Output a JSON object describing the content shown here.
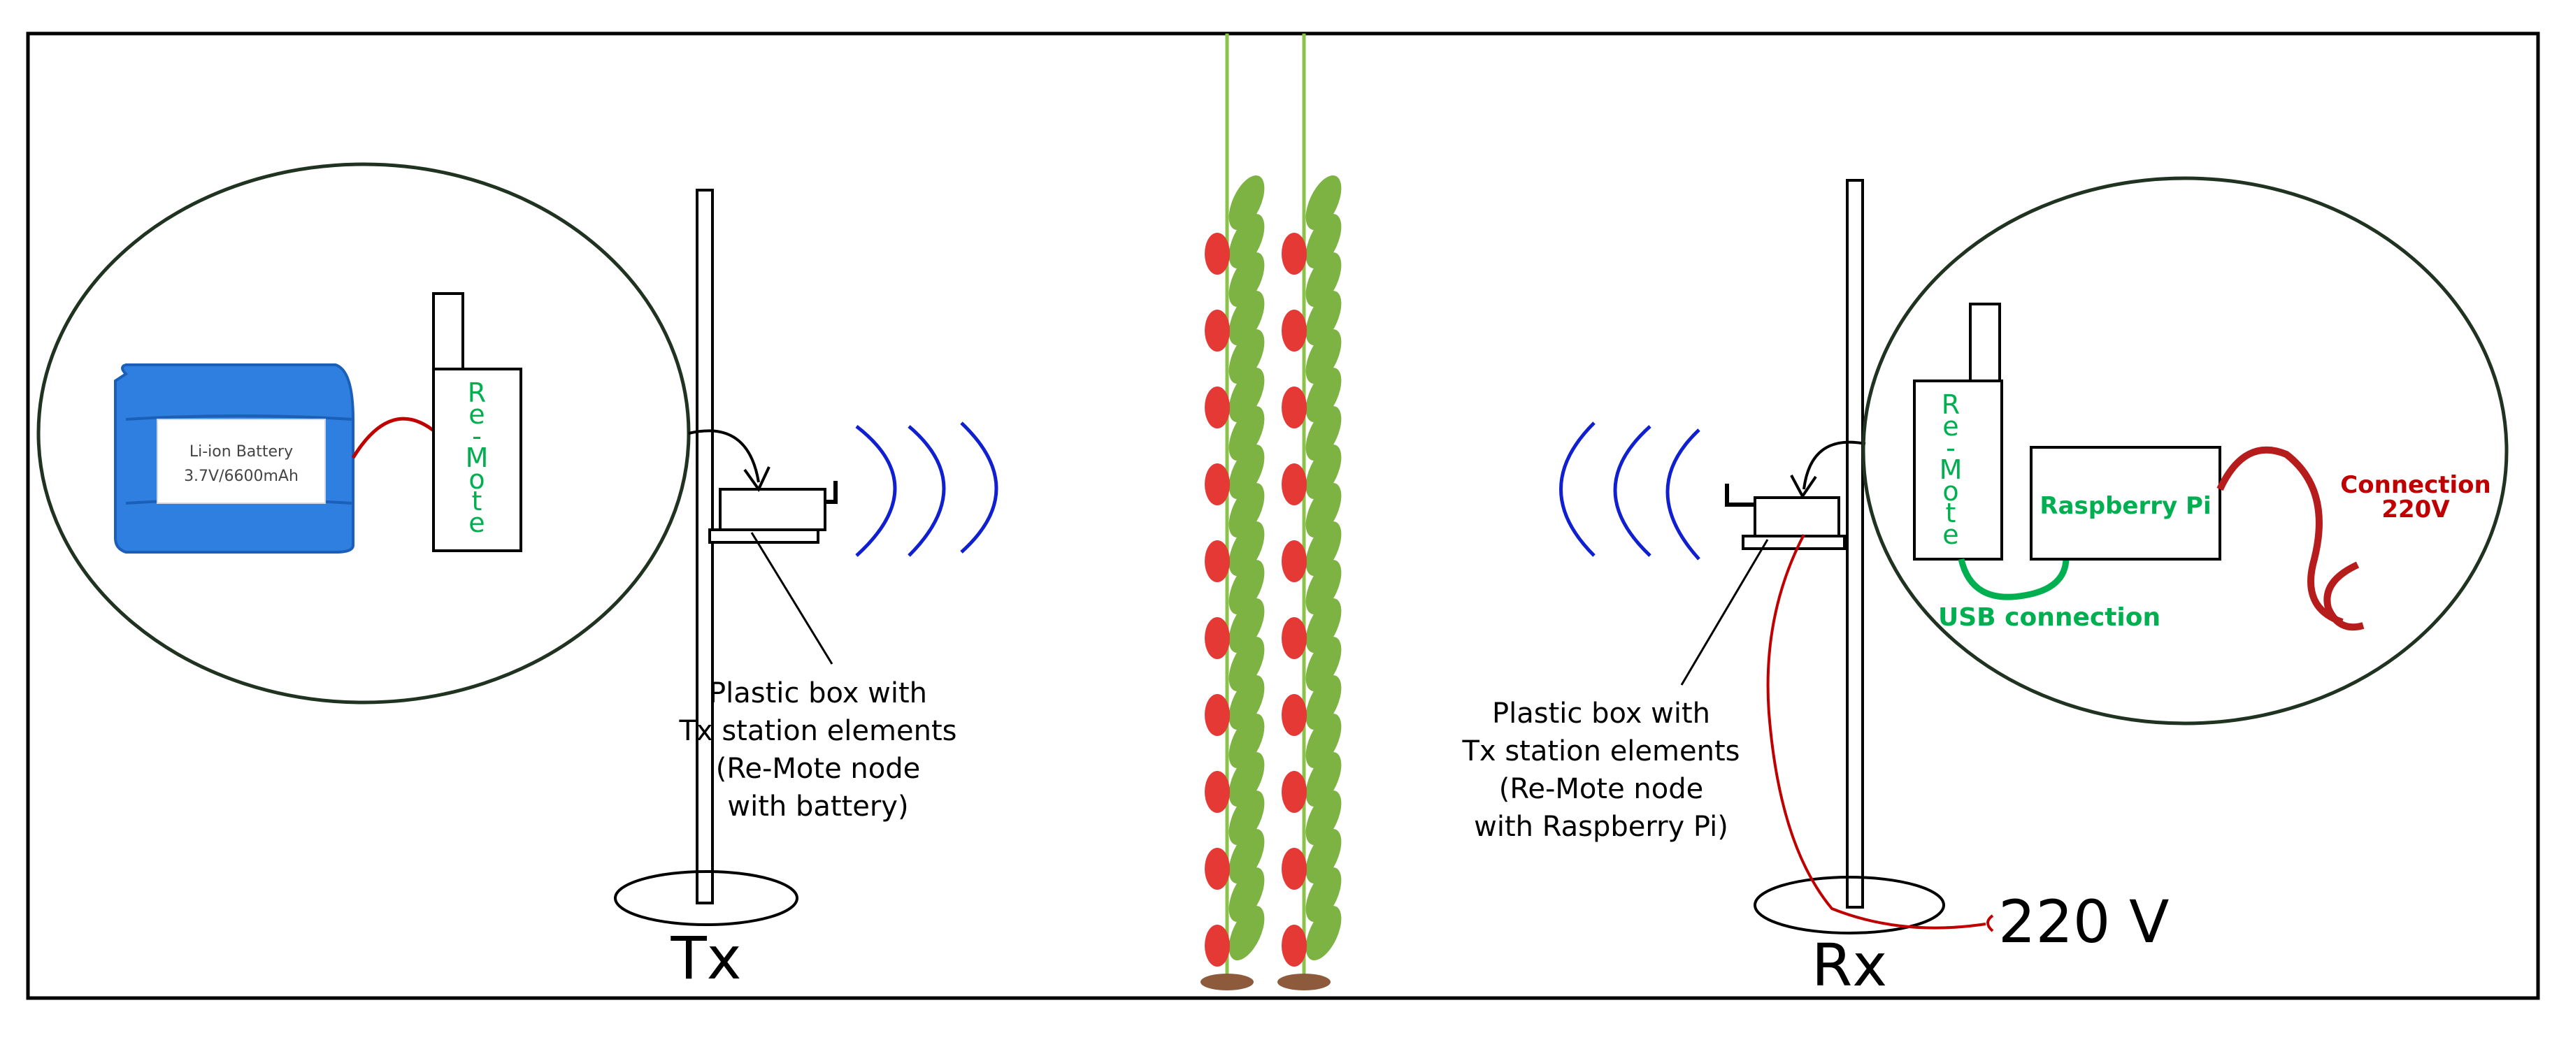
{
  "tx": {
    "label": "Tx",
    "battery_line1": "Li-ion Battery",
    "battery_line2": "3.7V/6600mAh",
    "remote_label": [
      "R",
      "e",
      "-",
      "M",
      "o",
      "t",
      "e"
    ],
    "box_caption": [
      "Plastic box with",
      "Tx station elements",
      "(Re-Mote node",
      "with battery)"
    ]
  },
  "rx": {
    "label": "Rx",
    "remote_label": [
      "R",
      "e",
      "-",
      "M",
      "o",
      "t",
      "e"
    ],
    "raspberry_label": "Raspberry Pi",
    "usb_label": "USB connection",
    "connection_line1": "Connection",
    "connection_line2": "220V",
    "voltage_label": "220 V",
    "box_caption": [
      "Plastic box with",
      "Tx station elements",
      "(Re-Mote node",
      "with Raspberry Pi)"
    ]
  },
  "colors": {
    "frame": "#000000",
    "ellipse_stroke": "#1f3320",
    "waves": "#1020d0",
    "battery": "#2f7fe0",
    "green_text": "#00b050",
    "red_text": "#c00000",
    "plant_stem": "#8bc34a",
    "leaf": "#7cb342",
    "tomato": "#e53935",
    "soil": "#8d5a3b"
  }
}
